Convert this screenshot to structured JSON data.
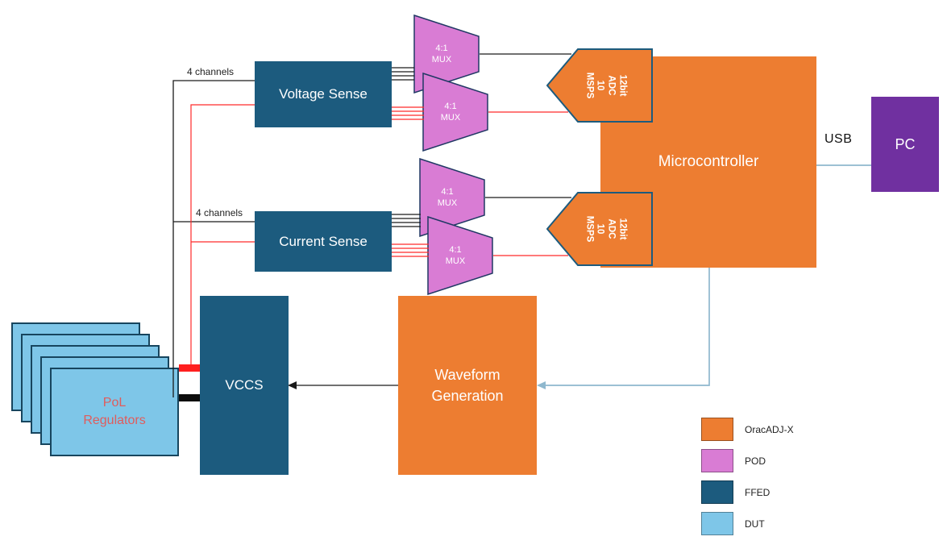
{
  "blocks": {
    "voltage_sense": {
      "label": "Voltage Sense"
    },
    "current_sense": {
      "label": "Current Sense"
    },
    "vccs": {
      "label": "VCCS"
    },
    "waveform": {
      "label": "Waveform\nGeneration"
    },
    "micro": {
      "label": "Microcontroller"
    },
    "pc": {
      "label": "PC"
    },
    "pol": {
      "label": "PoL\nRegulators"
    }
  },
  "mux": {
    "label": "4:1\nMUX"
  },
  "adc": {
    "label": "12bit\nADC\n10\nMSPS"
  },
  "annotations": {
    "channels_top": "4 channels",
    "channels_bottom": "4 channels",
    "usb": "USB"
  },
  "legend": {
    "items": [
      {
        "label": "OracADJ-X",
        "color": "#ED7D31"
      },
      {
        "label": "POD",
        "color": "#D97CD4"
      },
      {
        "label": "FFED",
        "color": "#1C5B7E"
      },
      {
        "label": "DUT",
        "color": "#7EC6E8"
      }
    ]
  },
  "colors": {
    "orange": "#ED7D31",
    "pod": "#D97CD4",
    "ffed": "#1C5B7E",
    "dut": "#7EC6E8",
    "pc_purple": "#7030A0",
    "wire_black": "#1a1a1a",
    "wire_red": "#ff2a2a",
    "wire_blue": "#8FB8CE",
    "pol_text": "#E05C5C"
  }
}
